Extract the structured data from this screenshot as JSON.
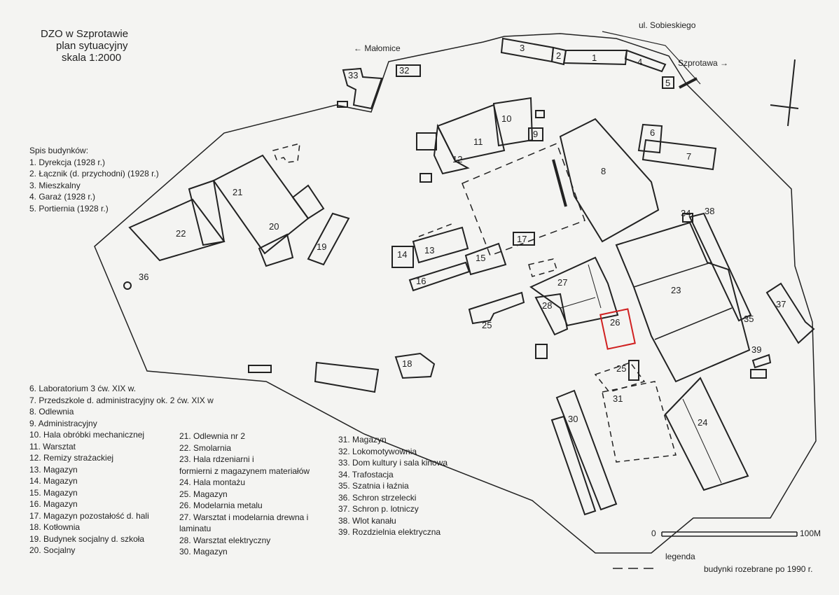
{
  "title": {
    "line1": "DZO w Szprotawie",
    "line2": "plan sytuacyjny",
    "line3": "skala 1:2000"
  },
  "roads": {
    "sobieskiego": "ul. Sobieskiego",
    "malomice": "← Małomice",
    "szprotawa": "Szprotawa →"
  },
  "list_heading": "Spis budynków:",
  "buildings": [
    "1. Dyrekcja (1928 r.)",
    "2. Łącznik (d. przychodni) (1928 r.)",
    "3. Mieszkalny",
    "4. Garaż (1928 r.)",
    "5. Portiernia (1928 r.)",
    "6. Laboratorium 3 ćw. XIX w.",
    "7. Przedszkole d. administracyjny ok. 2 ćw. XIX w",
    "8. Odlewnia",
    "9. Administracyjny",
    "10. Hala obróbki mechanicznej",
    "11. Warsztat",
    "12. Remizy strażackiej",
    "13. Magazyn",
    "14. Magazyn",
    "15. Magazyn",
    "16. Magazyn",
    "17. Magazyn pozostałość d. hali",
    "18. Kotłownia",
    "19. Budynek socjalny d. szkoła",
    "20. Socjalny",
    "21. Odlewnia nr 2",
    "22. Smolarnia",
    "23. Hala rdzeniarni i",
    "formierni z magazynem materiałów",
    "24. Hala montażu",
    "25. Magazyn",
    "26. Modelarnia metalu",
    "27. Warsztat i modelarnia drewna i",
    "laminatu",
    "28. Warsztat elektryczny",
    "30. Magazyn",
    "31. Magazyn",
    "32. Lokomotywownia",
    "33. Dom kultury i sala kinowa",
    "34. Trafostacja",
    "35. Szatnia i łaźnia",
    "36. Schron strzelecki",
    "37. Schron p. lotniczy",
    "38. Wlot kanału",
    "39. Rozdzielnia elektryczna"
  ],
  "numbers": [
    "1",
    "2",
    "3",
    "4",
    "5",
    "6",
    "7",
    "8",
    "9",
    "10",
    "11",
    "12",
    "13",
    "14",
    "15",
    "16",
    "17",
    "19",
    "20",
    "21",
    "22",
    "23",
    "24",
    "25",
    "25",
    "26",
    "27",
    "28",
    "30",
    "31",
    "32",
    "33",
    "34",
    "35",
    "36",
    "37",
    "38",
    "39",
    "18"
  ],
  "scale": {
    "zero": "0",
    "end": "100M"
  },
  "legend": {
    "heading": "legenda",
    "item": "budynki rozebrane po 1990 r."
  },
  "colors": {
    "line": "#222222",
    "highlight": "#d02020",
    "paper": "#f4f4f2"
  }
}
